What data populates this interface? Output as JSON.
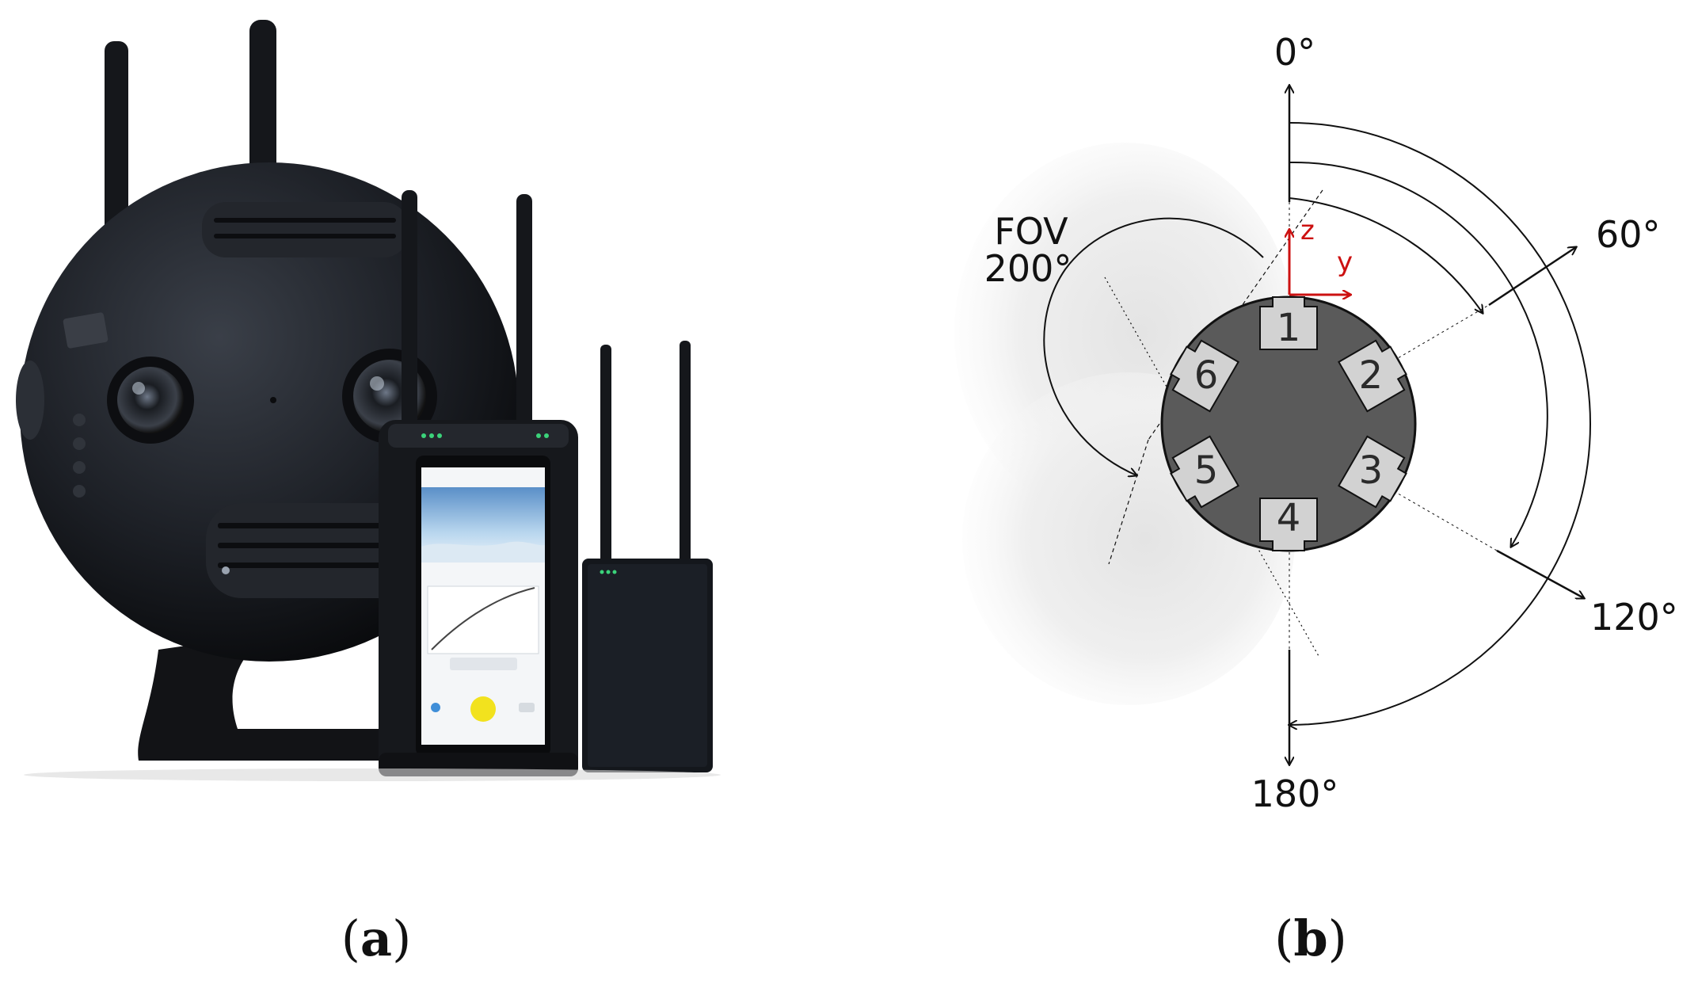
{
  "panels": {
    "a": {
      "open": "(",
      "letter": "a",
      "close": ")"
    },
    "b": {
      "open": "(",
      "letter": "b",
      "close": ")"
    }
  },
  "diagram": {
    "angles": {
      "a0": "0°",
      "a60": "60°",
      "a120": "120°",
      "a180": "180°"
    },
    "fov": {
      "line1": "FOV",
      "line2": "200°"
    },
    "axes": {
      "z": "z",
      "y": "y"
    },
    "cameras": [
      "1",
      "2",
      "3",
      "4",
      "5",
      "6"
    ],
    "colors": {
      "body": "#5a5a5a",
      "camera": "#d2d2d2",
      "axis": "#cc1111",
      "lines": "#111111"
    }
  }
}
